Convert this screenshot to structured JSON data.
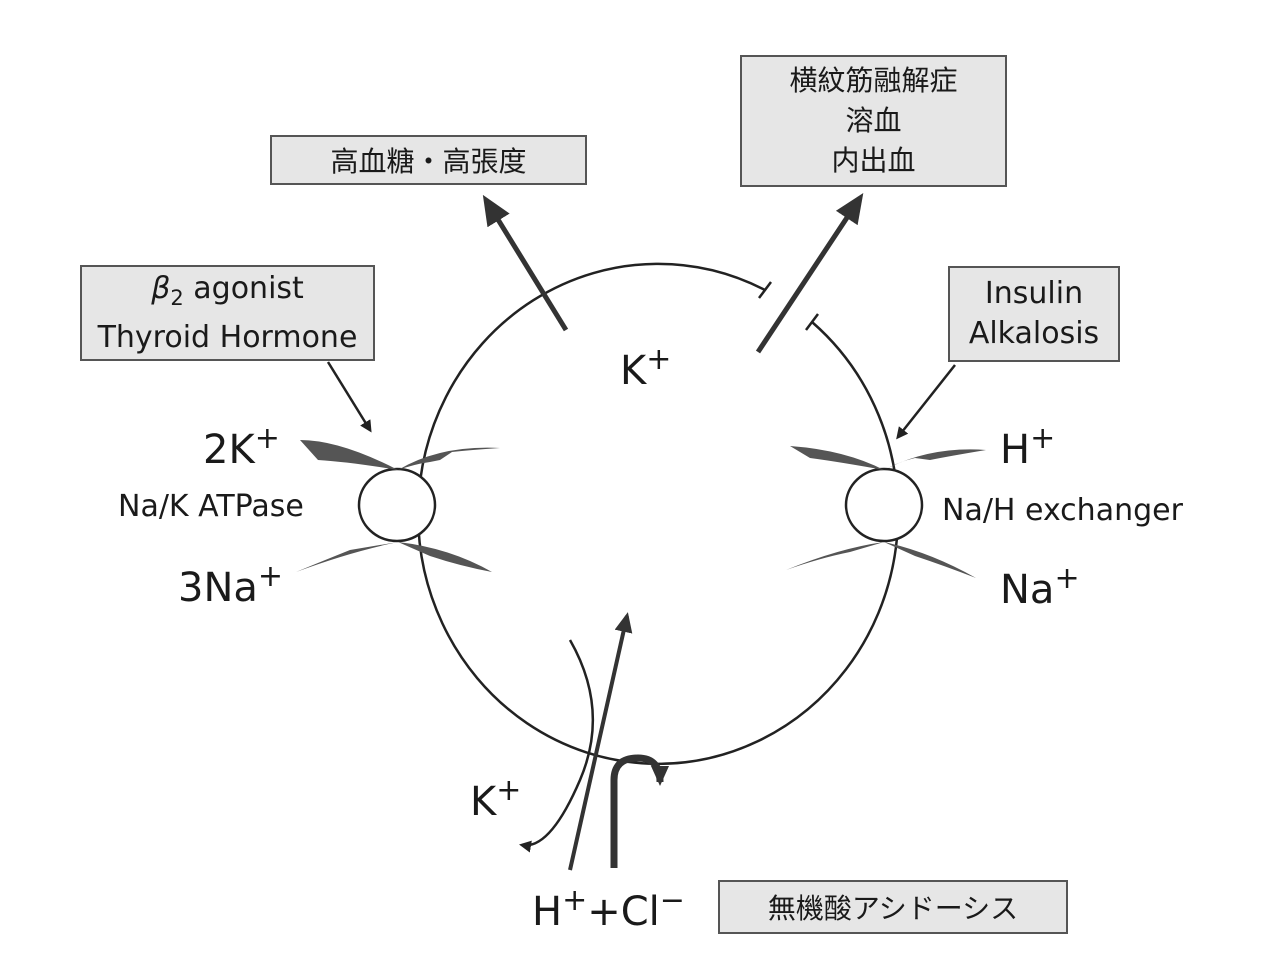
{
  "boxes": {
    "hyperglycemia": "高血糖・高張度",
    "cell_injury": [
      "横紋筋融解症",
      "溶血",
      "内出血"
    ],
    "beta2": {
      "greek": "β",
      "sub": "2",
      "rest": " agonist",
      "line2": "Thyroid Hormone"
    },
    "insulin": [
      "Insulin",
      "Alkalosis"
    ],
    "acidosis": "無機酸アシドーシス"
  },
  "labels": {
    "k_inside": {
      "base": "K",
      "sup": "+"
    },
    "two_k": {
      "base": "2K",
      "sup": "+"
    },
    "three_na": {
      "base": "3Na",
      "sup": "+"
    },
    "h_plus": {
      "base": "H",
      "sup": "+"
    },
    "na_plus": {
      "base": "Na",
      "sup": "+"
    },
    "k_bottom": {
      "base": "K",
      "sup": "+"
    },
    "hcl": {
      "h": "H",
      "plus1": "+",
      "mid": "+Cl",
      "minus": "−"
    },
    "na_k_atpase": "Na/K ATPase",
    "na_h_exchanger": "Na/H exchanger"
  },
  "colors": {
    "box_fill": "#e6e6e6",
    "stroke": "#222222",
    "pump_fill": "#555555"
  }
}
